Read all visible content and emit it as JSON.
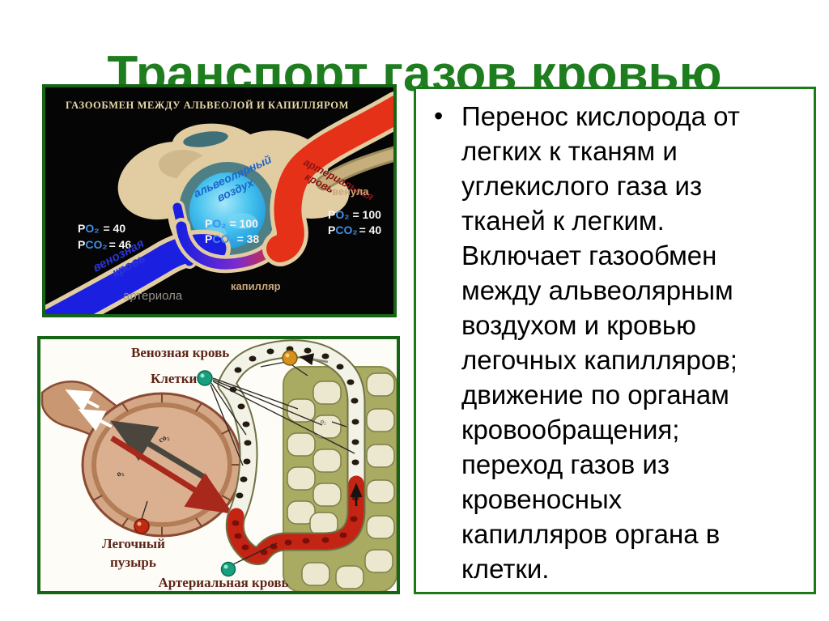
{
  "slide": {
    "title": "Транспорт газов кровью"
  },
  "colors": {
    "title_green": "#1e7d1e",
    "frame_green": "#156515",
    "panel_border_green": "#1a7a1a",
    "venous_blue": "#1b1fe0",
    "arterial_red": "#e43118",
    "alveolar_cyan": "#45c1ee",
    "tissue_olive": "#a9ab63",
    "label_maroon": "#5d2418"
  },
  "panel": {
    "bullet": "•",
    "text": "Перенос кислорода от легких к тканям и углекислого газа из тканей к легким. Включает газообмен между альвеолярным воздухом и кровью легочных капилляров; движение по органам кровообращения; переход газов из кровеносных капилляров органа в клетки."
  },
  "figure_top": {
    "header": "ГАЗООБМЕН МЕЖДУ АЛЬВЕОЛОЙ И КАПИЛЛЯРОМ",
    "alveolus": {
      "line1": "альвеолярный",
      "line2": "воздух",
      "po2": {
        "p": "P",
        "gas": "O₂",
        "val": "= 100"
      },
      "pco2": {
        "p": "P",
        "gas": "CO₂",
        "val": "= 38"
      }
    },
    "venous": {
      "line1": "венозная",
      "line2": "кровь",
      "po2": {
        "p": "P",
        "gas": "O₂",
        "val": "=  40"
      },
      "pco2": {
        "p": "P",
        "gas": "CO₂",
        "val": "= 46"
      }
    },
    "arterial": {
      "line1": "артериальная",
      "line2": "кровь",
      "po2": {
        "p": "P",
        "gas": "O₂",
        "val": "= 100"
      },
      "pco2": {
        "p": "P",
        "gas": "CO₂",
        "val": "=  40"
      }
    },
    "venule_label": "венула",
    "arteriole_label": "артериола",
    "capillary_label": "капилляр"
  },
  "figure_bottom": {
    "venous_blood_label": "Венозная кровь",
    "cells_label": "Клетки",
    "lung_vesicle_line1": "Легочный",
    "lung_vesicle_line2": "пузырь",
    "arterial_blood_label": "Артериальная кровь",
    "co2_label": "co₂",
    "o2_label": "o₂",
    "o2_small_label": "o₂"
  }
}
